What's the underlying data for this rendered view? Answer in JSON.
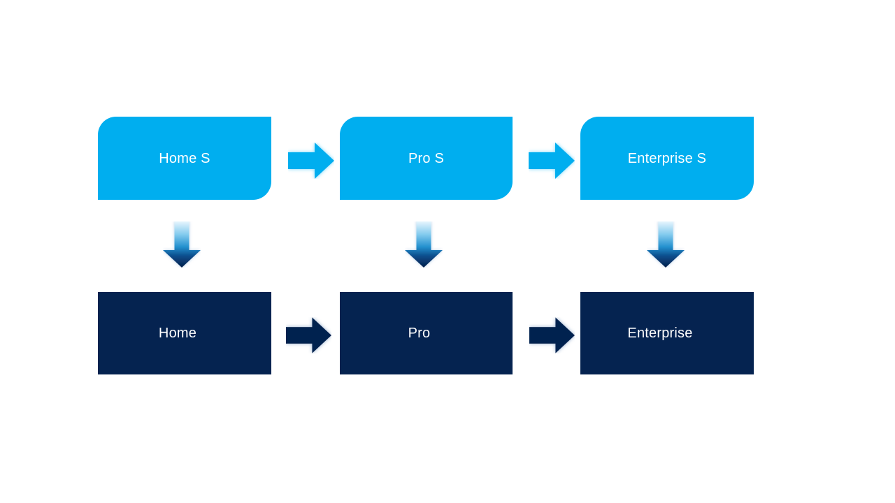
{
  "slide": {
    "background": "#FFFFFF",
    "columns": [
      {
        "top_box": {
          "label": "Home S"
        },
        "bottom_box": {
          "label": "Home"
        }
      },
      {
        "top_box": {
          "label": "Pro S"
        },
        "bottom_box": {
          "label": "Pro"
        }
      },
      {
        "top_box": {
          "label": "Enterprise S"
        },
        "bottom_box": {
          "label": "Enterprise"
        }
      }
    ],
    "colors": {
      "top_box_fill": "#00AEEF",
      "bottom_box_fill": "#052350",
      "label_text": "#FFFFFF",
      "top_arrow_fill": "#00AEEF",
      "top_arrow_glow": "#6FD6FA",
      "bottom_arrow_fill": "#052350",
      "bottom_arrow_glow": "#8AA6C9",
      "down_arrow_gradient": [
        "#E6F5FD",
        "#84CBEE",
        "#2491CF",
        "#0A4D8C",
        "#041F4A"
      ],
      "down_arrow_glow": "#A9C6E4"
    },
    "icons": {
      "right_arrow": "right-arrow-icon",
      "down_arrow": "down-arrow-icon"
    }
  }
}
